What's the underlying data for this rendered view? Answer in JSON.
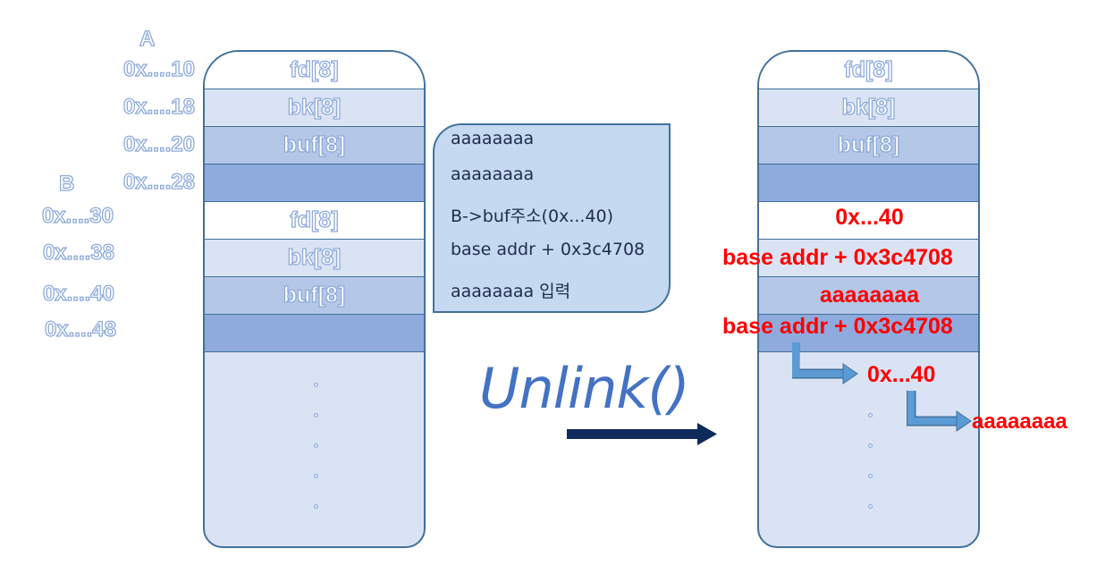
{
  "left": {
    "label_a": "A",
    "label_b": "B",
    "addresses": [
      "0x....10",
      "0x....18",
      "0x....20",
      "0x....28",
      "0x....30",
      "0x....38",
      "0x....40",
      "0x....48"
    ],
    "rows": [
      "fd[8]",
      "bk[8]",
      "buf[8]",
      "",
      "fd[8]",
      "bk[8]",
      "buf[8]",
      ""
    ]
  },
  "memo": {
    "lines": [
      "aaaaaaaa",
      "aaaaaaaa",
      "B->buf주소(0x...40)",
      "base addr + 0x3c4708",
      "aaaaaaaa 입력"
    ]
  },
  "arrow_label": "Unlink()",
  "right": {
    "rows": [
      "fd[8]",
      "bk[8]",
      "buf[8]",
      ""
    ],
    "overwritten": [
      "0x...40",
      "base addr + 0x3c4708",
      "aaaaaaaa",
      "base addr + 0x3c4708"
    ],
    "pointer1_target": "0x...40",
    "pointer2_target": "aaaaaaaa"
  },
  "colors": {
    "border": "#41719c",
    "accent_red": "#ff0000",
    "arrow": "#0f2a5c",
    "pointer_arrow": "#5b9bd5"
  }
}
